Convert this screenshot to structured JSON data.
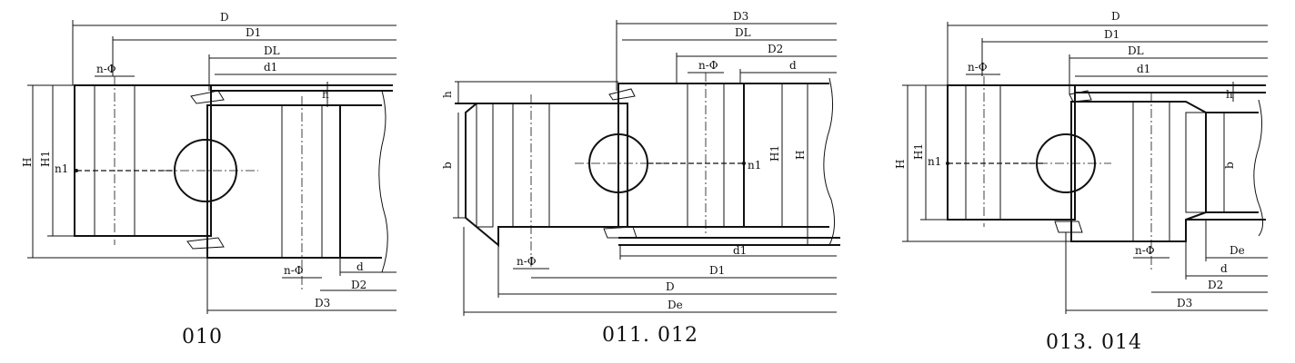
{
  "drawings": [
    {
      "caption": "010",
      "labels": {
        "D": "D",
        "D1": "D1",
        "DL": "DL",
        "d1": "d1",
        "h": "h",
        "nphi_top": "n-Φ",
        "H": "H",
        "H1": "H1",
        "n1": "n1",
        "nphi_bottom": "n-Φ",
        "d": "d",
        "D2": "D2",
        "D3": "D3"
      }
    },
    {
      "caption": "011. 012",
      "labels": {
        "D3": "D3",
        "DL": "DL",
        "D2": "D2",
        "d": "d",
        "nphi_top": "n-Φ",
        "h": "h",
        "b": "b",
        "n1": "n1",
        "H1": "H1",
        "H": "H",
        "d1": "d1",
        "nphi_bottom": "n-Φ",
        "D1": "D1",
        "D": "D",
        "De": "De"
      }
    },
    {
      "caption": "013. 014",
      "labels": {
        "D": "D",
        "D1": "D1",
        "DL": "DL",
        "d1": "d1",
        "h": "h",
        "nphi_top": "n-Φ",
        "H": "H",
        "H1": "H1",
        "n1": "n1",
        "b": "b",
        "nphi_bottom": "n-Φ",
        "De": "De",
        "d": "d",
        "D2": "D2",
        "D3": "D3"
      }
    }
  ]
}
